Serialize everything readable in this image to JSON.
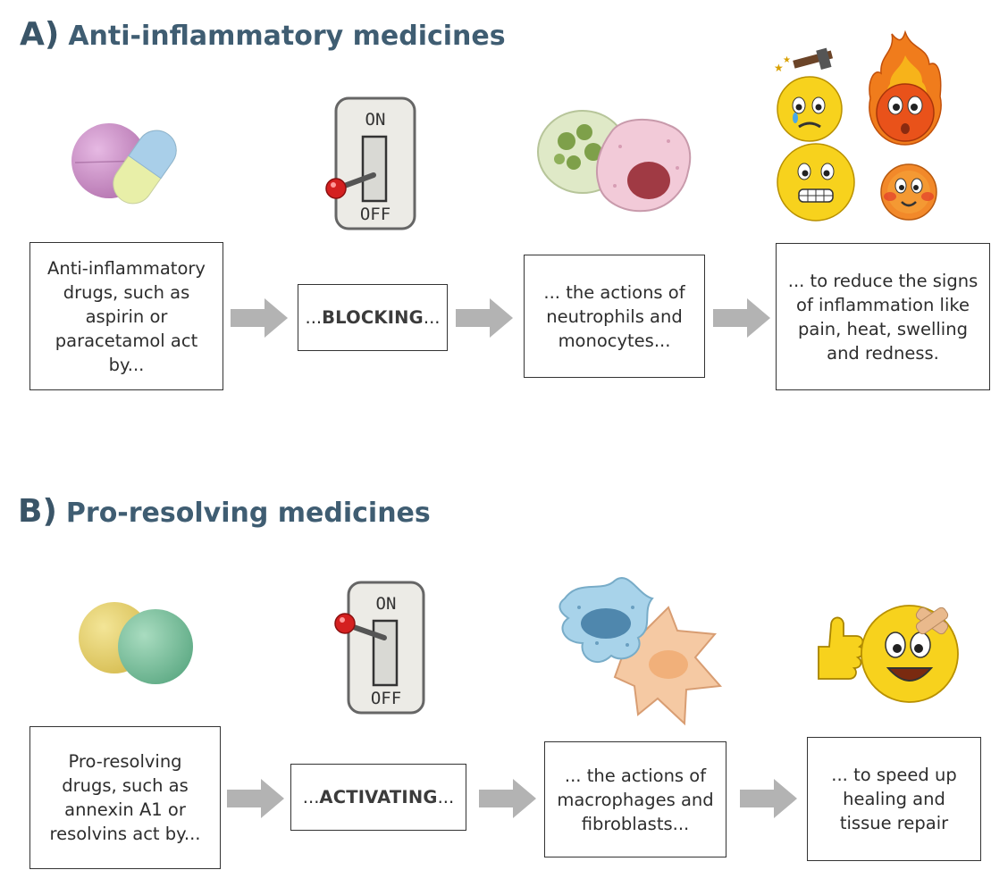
{
  "section_a": {
    "letter": "A)",
    "title": "Anti-inflammatory medicines",
    "step1": "Anti-inflammatory drugs, such as aspirin or paracetamol act by...",
    "step2_prefix": "...",
    "step2_keyword": "BLOCKING",
    "step2_suffix": "...",
    "step3": "... the actions of neutrophils and monocytes...",
    "step4": "... to reduce the signs of inflammation like pain, heat, swelling and redness.",
    "switch_on": "ON",
    "switch_off": "OFF"
  },
  "section_b": {
    "letter": "B)",
    "title": "Pro-resolving medicines",
    "step1": "Pro-resolving drugs, such as annexin A1 or resolvins act by...",
    "step2_prefix": "...",
    "step2_keyword": "ACTIVATING",
    "step2_suffix": "...",
    "step3": "... the actions of macrophages and fibroblasts...",
    "step4": "... to speed up healing and tissue repair",
    "switch_on": "ON",
    "switch_off": "OFF"
  },
  "colors": {
    "title": "#3f5d72",
    "arrow": "#b3b3b3",
    "pill_purple": "#c98fc4",
    "capsule_blue": "#a9cfe9",
    "capsule_yellow": "#e8efa8",
    "pill_yellow": "#e2cf6c",
    "pill_green": "#7fc3a1",
    "switch_knob": "#d42020",
    "emoji_yellow": "#f7d21d"
  }
}
